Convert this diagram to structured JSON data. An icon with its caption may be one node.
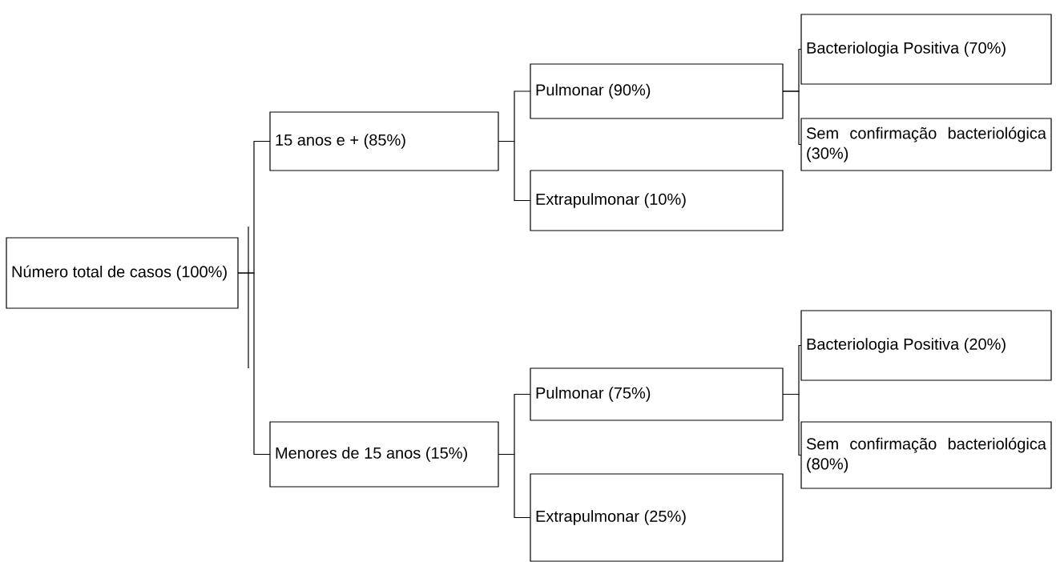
{
  "diagram": {
    "nodes": [
      {
        "text": [
          "Número total de casos (100%)"
        ]
      },
      {
        "text": [
          "15 anos e + (85%)"
        ]
      },
      {
        "text": [
          "Menores de 15 anos (15%)"
        ]
      },
      {
        "text": [
          "Pulmonar (90%)"
        ]
      },
      {
        "text": [
          "Extrapulmonar (10%)"
        ]
      },
      {
        "text": [
          "Bacteriologia Positiva (70%)"
        ]
      },
      {
        "text": [
          "Sem confirmação bacteriológica (30%)"
        ]
      },
      {
        "text": [
          "Pulmonar (75%)"
        ]
      },
      {
        "text": [
          "Extrapulmonar (25%)"
        ]
      },
      {
        "text": [
          "Bacteriologia Positiva (20%)"
        ]
      },
      {
        "text": [
          "Sem confirmação bacteriológica (80%)"
        ]
      }
    ],
    "edges": [
      {
        "from": 0,
        "to": 1,
        "arrow": "none"
      },
      {
        "from": 0,
        "to": 2,
        "arrow": "none"
      },
      {
        "from": 1,
        "to": 3,
        "arrow": "none"
      },
      {
        "from": 1,
        "to": 4,
        "arrow": "none"
      },
      {
        "from": 3,
        "to": 5,
        "arrow": "none"
      },
      {
        "from": 3,
        "to": 6,
        "arrow": "none"
      },
      {
        "from": 2,
        "to": 7,
        "arrow": "none"
      },
      {
        "from": 2,
        "to": 8,
        "arrow": "none"
      },
      {
        "from": 7,
        "to": 9,
        "arrow": "none"
      },
      {
        "from": 7,
        "to": 10,
        "arrow": "none"
      }
    ]
  }
}
